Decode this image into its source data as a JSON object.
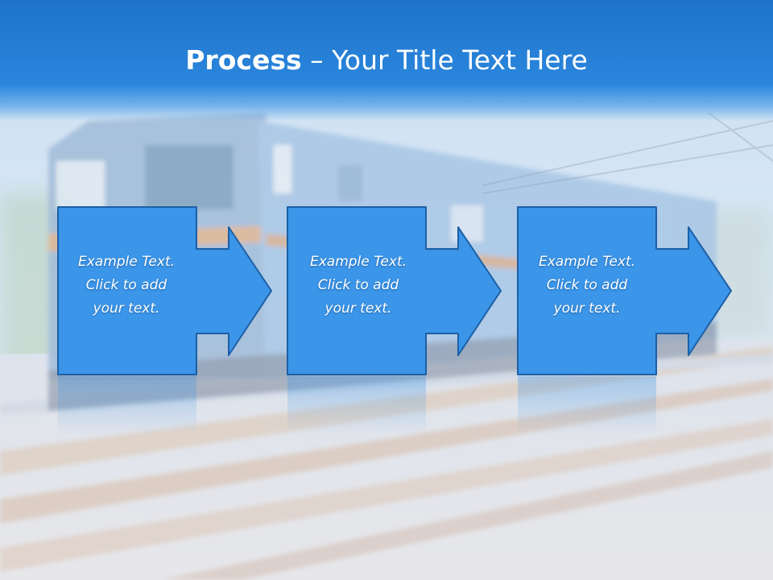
{
  "slide": {
    "title_bold": "Process",
    "title_rest": "– Your Title Text Here"
  },
  "process_steps": [
    {
      "text_line1": "Example Text.",
      "text_line2": "Click  to add",
      "text_line3": "your text."
    },
    {
      "text_line1": "Example Text.",
      "text_line2": "Click  to add",
      "text_line3": "your text."
    },
    {
      "text_line1": "Example Text.",
      "text_line2": "Click  to add",
      "text_line3": "your text."
    }
  ],
  "colors": {
    "title_band": "#2a86dd",
    "shape_fill": "#3b95e8",
    "shape_border": "#1c5fa6",
    "text": "#ffffff"
  }
}
